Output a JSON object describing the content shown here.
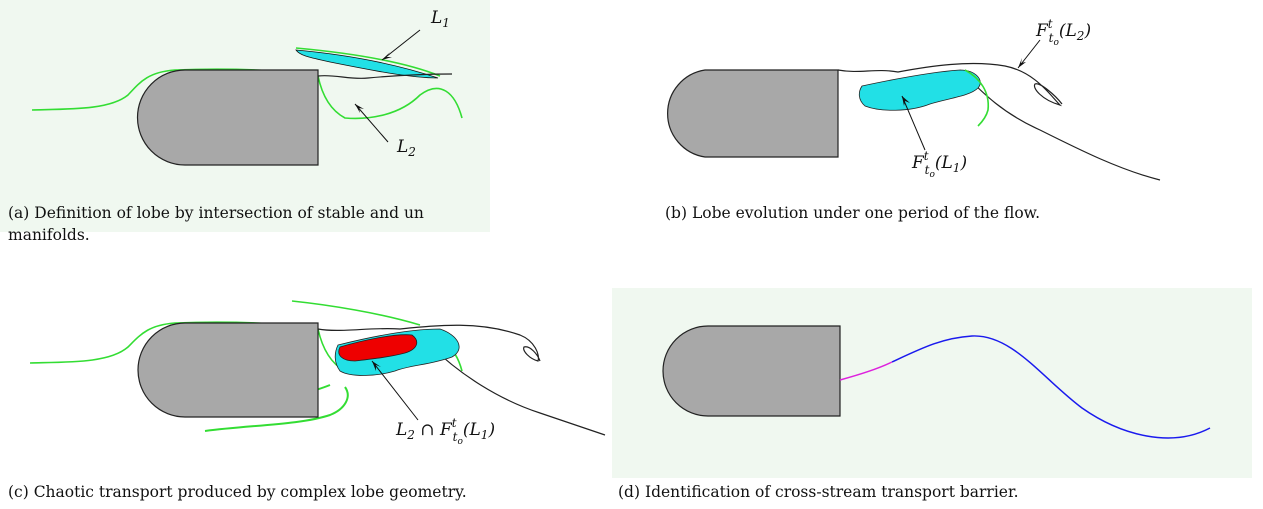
{
  "figure": {
    "colors": {
      "body_fill": "#a8a8a8",
      "body_stroke": "#222222",
      "manifold_green": "#33dd33",
      "manifold_black": "#222222",
      "lobe_cyan": "#22e0e6",
      "lobe_red": "#ee0000",
      "barrier_blue": "#1a1aee",
      "barrier_magenta": "#dd22dd",
      "panel_bg": "#f0f8f0"
    },
    "panels": [
      {
        "id": "a",
        "caption_line1": "(a) Definition of lobe by intersection of stable and un",
        "caption_line2": "manifolds.",
        "labels": [
          {
            "base": "L",
            "sub": "1"
          },
          {
            "base": "L",
            "sub": "2"
          }
        ]
      },
      {
        "id": "b",
        "caption_line1": "(b) Lobe evolution under one period of the flow.",
        "labels": [
          {
            "base": "F",
            "sup": "t",
            "sub": "t",
            "subsub": "o",
            "arg": "(L",
            "argsub": "2",
            "close": ")"
          },
          {
            "base": "F",
            "sup": "t",
            "sub": "t",
            "subsub": "o",
            "arg": "(L",
            "argsub": "1",
            "close": ")"
          }
        ]
      },
      {
        "id": "c",
        "caption_line1": "(c) Chaotic transport produced by complex lobe geometry.",
        "labels": [
          {
            "pre": "L",
            "presub": "2",
            "op": " ∩ ",
            "base": "F",
            "sup": "t",
            "sub": "t",
            "subsub": "o",
            "arg": "(L",
            "argsub": "1",
            "close": ")"
          }
        ]
      },
      {
        "id": "d",
        "caption_line1": "(d) Identification of cross-stream transport barrier."
      }
    ]
  }
}
